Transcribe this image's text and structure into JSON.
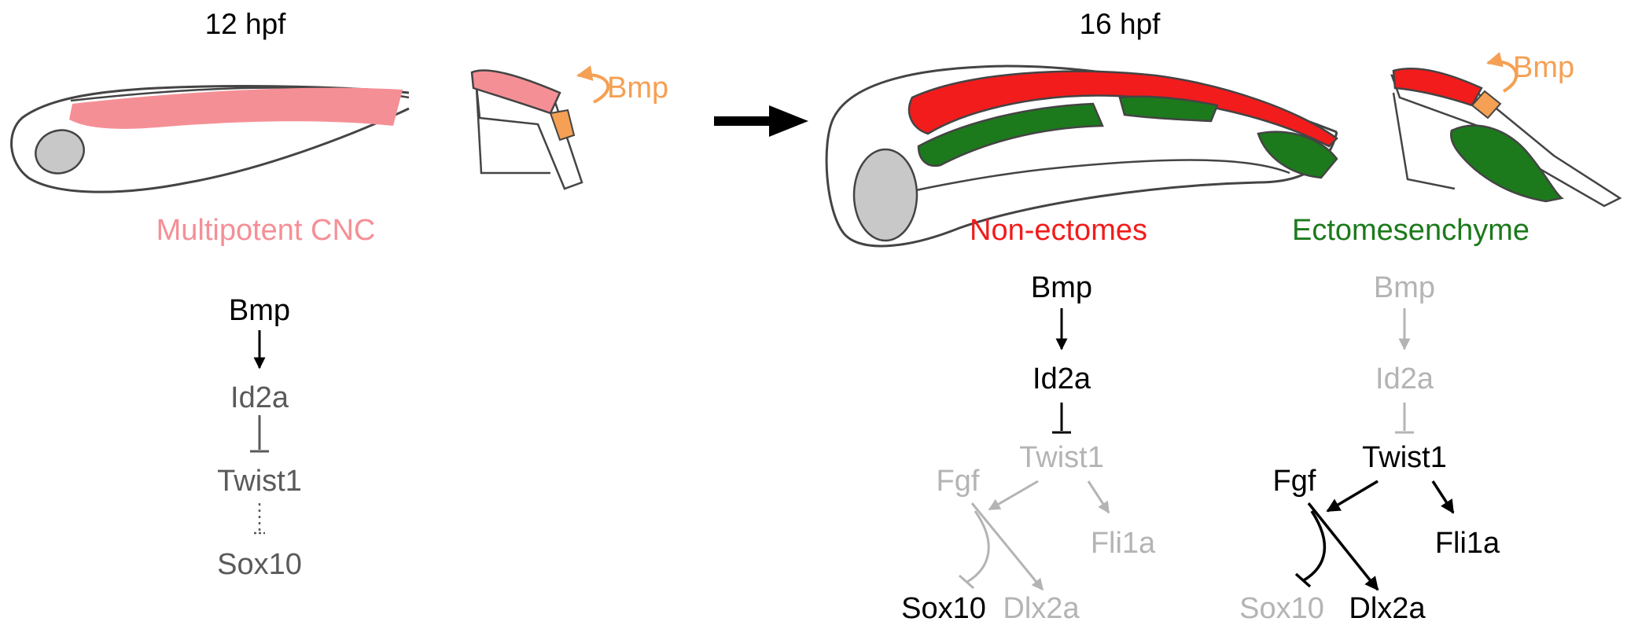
{
  "colors": {
    "multipotent": "#f58f96",
    "non_ectomes": "#f21c1c",
    "ectomesenchyme": "#1c7a1c",
    "bmp_signal": "#f5a054",
    "outline": "#444444",
    "eye": "#c8c8c8",
    "active": "#000000",
    "inactive": "#b4b4b4",
    "weak": "#5a5a5a"
  },
  "left": {
    "title": "12 hpf",
    "bmp_label": "Bmp",
    "population": "Multipotent CNC",
    "pathway": {
      "bmp": "Bmp",
      "id2a": "Id2a",
      "twist1": "Twist1",
      "sox10": "Sox10"
    }
  },
  "right": {
    "title": "16 hpf",
    "bmp_label": "Bmp",
    "non_ectomes": {
      "label": "Non-ectomes",
      "pathway": {
        "bmp": "Bmp",
        "id2a": "Id2a",
        "twist1": "Twist1",
        "fgf": "Fgf",
        "fli1a": "Fli1a",
        "sox10": "Sox10",
        "dlx2a": "Dlx2a"
      }
    },
    "ectomesenchyme": {
      "label": "Ectomesenchyme",
      "pathway": {
        "bmp": "Bmp",
        "id2a": "Id2a",
        "twist1": "Twist1",
        "fgf": "Fgf",
        "fli1a": "Fli1a",
        "sox10": "Sox10",
        "dlx2a": "Dlx2a"
      }
    }
  }
}
